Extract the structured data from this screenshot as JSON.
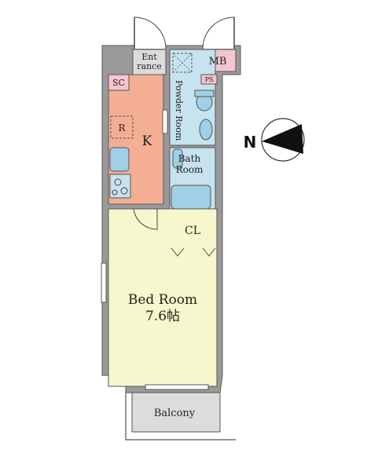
{
  "rooms": {
    "entrance": {
      "line1": "Ent",
      "line2": "rance"
    },
    "mb": "MB",
    "sc": "SC",
    "ps": "PS",
    "powder_room": "Powder Room",
    "fridge": "R",
    "kitchen": "K",
    "bath": {
      "line1": "Bath",
      "line2": "Room"
    },
    "closet": "CL",
    "bedroom": {
      "name": "Bed Room",
      "size": "7.6帖"
    },
    "balcony": "Balcony"
  },
  "compass": {
    "label": "N"
  },
  "colors": {
    "wall": "#9a9a9a",
    "kitchen": "#f4ae94",
    "bath": "#c6e3ef",
    "bedroom": "#f6f7cc",
    "pink": "#f5c5cf",
    "balcony": "#dcdcdc",
    "fixture": "#9fd0e6"
  }
}
